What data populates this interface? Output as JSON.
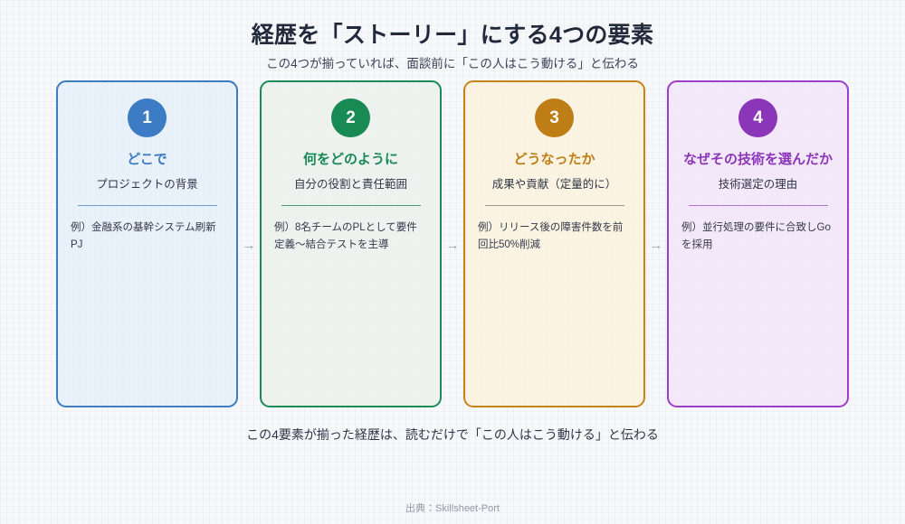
{
  "header": {
    "title": "経歴を「ストーリー」にする4つの要素",
    "subtitle": "この4つが揃っていれば、面談前に「この人はこう動ける」と伝わる"
  },
  "cards": [
    {
      "number": "1",
      "heading": "どこで",
      "subheading": "プロジェクトの背景",
      "example": "例）金融系の基幹システム刷新PJ",
      "accent": "#3b7cc4",
      "border": "#3b7cc4",
      "background": "#e8f1fa",
      "divider": "#6f9fd0"
    },
    {
      "number": "2",
      "heading": "何をどのように",
      "subheading": "自分の役割と責任範囲",
      "example": "例）8名チームのPLとして要件定義～結合テストを主導",
      "accent": "#188a54",
      "border": "#1a8b55",
      "background": "#eef2ef",
      "divider": "#4a9e72"
    },
    {
      "number": "3",
      "heading": "どうなったか",
      "subheading": "成果や貢献（定量的に）",
      "example": "例）リリース後の障害件数を前回比50%削減",
      "accent": "#bf7d16",
      "border": "#c88219",
      "background": "#fbf3e2",
      "divider": "#d4a košt"
    },
    {
      "number": "4",
      "heading": "なぜその技術を選んだか",
      "subheading": "技術選定の理由",
      "example": "例）並行処理の要件に合致しGoを採用",
      "accent": "#8b36b8",
      "border": "#9d3ec9",
      "background": "#f3e8fa",
      "divider": "#b071d3"
    }
  ],
  "arrows": [
    "→",
    "→",
    "→"
  ],
  "footer": {
    "caption": "この4要素が揃った経歴は、読むだけで「この人はこう動ける」と伝わる",
    "source": "出典：Skillsheet-Port"
  }
}
